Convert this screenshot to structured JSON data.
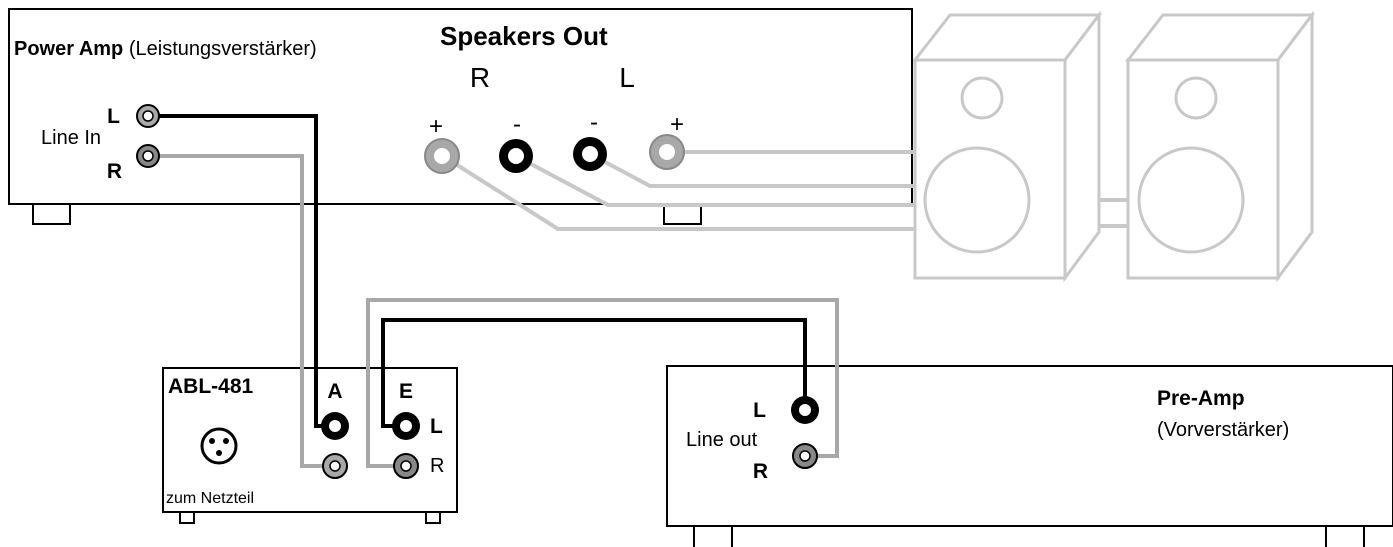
{
  "power_amp": {
    "title_bold": "Power Amp",
    "title_rest": "(Leistungsverstärker)",
    "line_in_label": "Line In",
    "left_label": "L",
    "right_label": "R",
    "speakers_out": "Speakers Out",
    "spk_r": "R",
    "spk_l": "L",
    "plus_left": "+",
    "minus_left": "-",
    "minus_right": "-",
    "plus_right": "+"
  },
  "abl": {
    "title": "ABL-481",
    "col_a": "A",
    "col_e": "E",
    "left_label": "L",
    "right_label": "R",
    "psu_label": "zum Netzteil"
  },
  "preamp": {
    "title": "Pre-Amp",
    "subtitle": "(Vorverstärker)",
    "line_out_label": "Line out",
    "left_label": "L",
    "right_label": "R"
  },
  "colors": {
    "wire_black": "#000000",
    "wire_gray": "#a8a8a8",
    "speaker_gray": "#c8c8c8"
  }
}
